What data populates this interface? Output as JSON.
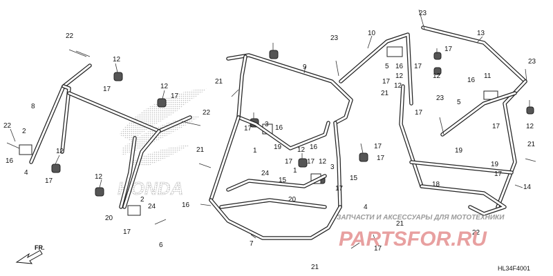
{
  "diagram": {
    "code": "HL34F4001",
    "direction_label": "FR.",
    "watermark_brand": "HONDA",
    "watermark_text": "ЗАПЧАСТИ И АКСЕССУАРЫ ДЛЯ МОТОТЕХНИКИ",
    "watermark_site": "PARTSFOR.RU",
    "colors": {
      "line": "#222222",
      "watermark_red": "#e8a0a0",
      "watermark_grey": "#bdbdbd"
    },
    "callouts": [
      {
        "id": "c1",
        "text": "23"
      },
      {
        "id": "c2",
        "text": "10"
      },
      {
        "id": "c3",
        "text": "13"
      },
      {
        "id": "c4",
        "text": "17"
      },
      {
        "id": "c5",
        "text": "12"
      },
      {
        "id": "c6",
        "text": "9"
      },
      {
        "id": "c7",
        "text": "23"
      },
      {
        "id": "c8",
        "text": "5"
      },
      {
        "id": "c9",
        "text": "16"
      },
      {
        "id": "c10",
        "text": "17"
      },
      {
        "id": "c11",
        "text": "12"
      },
      {
        "id": "c12",
        "text": "23"
      },
      {
        "id": "c13",
        "text": "22"
      },
      {
        "id": "c14",
        "text": "12"
      },
      {
        "id": "c15",
        "text": "17"
      },
      {
        "id": "c16",
        "text": "8"
      },
      {
        "id": "c17",
        "text": "12"
      },
      {
        "id": "c18",
        "text": "17"
      },
      {
        "id": "c19",
        "text": "22"
      },
      {
        "id": "c20",
        "text": "21"
      },
      {
        "id": "c21",
        "text": "17"
      },
      {
        "id": "c22",
        "text": "12"
      },
      {
        "id": "c23",
        "text": "21"
      },
      {
        "id": "c24",
        "text": "16"
      },
      {
        "id": "c25",
        "text": "11"
      },
      {
        "id": "c26",
        "text": "5"
      },
      {
        "id": "c27",
        "text": "23"
      },
      {
        "id": "c28",
        "text": "17"
      },
      {
        "id": "c29",
        "text": "12"
      },
      {
        "id": "c30",
        "text": "22"
      },
      {
        "id": "c31",
        "text": "2"
      },
      {
        "id": "c32",
        "text": "16"
      },
      {
        "id": "c33",
        "text": "4"
      },
      {
        "id": "c34",
        "text": "17"
      },
      {
        "id": "c35",
        "text": "12"
      },
      {
        "id": "c36",
        "text": "17"
      },
      {
        "id": "c37",
        "text": "3"
      },
      {
        "id": "c38",
        "text": "16"
      },
      {
        "id": "c39",
        "text": "17"
      },
      {
        "id": "c40",
        "text": "1"
      },
      {
        "id": "c41",
        "text": "19"
      },
      {
        "id": "c42",
        "text": "16"
      },
      {
        "id": "c43",
        "text": "17"
      },
      {
        "id": "c44",
        "text": "17"
      },
      {
        "id": "c45",
        "text": "12"
      },
      {
        "id": "c46",
        "text": "21"
      },
      {
        "id": "c47",
        "text": "17"
      },
      {
        "id": "c48",
        "text": "21"
      },
      {
        "id": "c49",
        "text": "1"
      },
      {
        "id": "c50",
        "text": "24"
      },
      {
        "id": "c51",
        "text": "15"
      },
      {
        "id": "c52",
        "text": "17"
      },
      {
        "id": "c53",
        "text": "12"
      },
      {
        "id": "c54",
        "text": "3"
      },
      {
        "id": "c55",
        "text": "19"
      },
      {
        "id": "c56",
        "text": "19"
      },
      {
        "id": "c57",
        "text": "12"
      },
      {
        "id": "c58",
        "text": "2"
      },
      {
        "id": "c59",
        "text": "17"
      },
      {
        "id": "c60",
        "text": "14"
      },
      {
        "id": "c61",
        "text": "15"
      },
      {
        "id": "c62",
        "text": "17"
      },
      {
        "id": "c63",
        "text": "18"
      },
      {
        "id": "c64",
        "text": "16"
      },
      {
        "id": "c65",
        "text": "24"
      },
      {
        "id": "c66",
        "text": "20"
      },
      {
        "id": "c67",
        "text": "4"
      },
      {
        "id": "c68",
        "text": "17"
      },
      {
        "id": "c69",
        "text": "20"
      },
      {
        "id": "c70",
        "text": "21"
      },
      {
        "id": "c71",
        "text": "22"
      },
      {
        "id": "c72",
        "text": "6"
      },
      {
        "id": "c73",
        "text": "7"
      },
      {
        "id": "c74",
        "text": "17"
      },
      {
        "id": "c75",
        "text": "21"
      }
    ]
  }
}
